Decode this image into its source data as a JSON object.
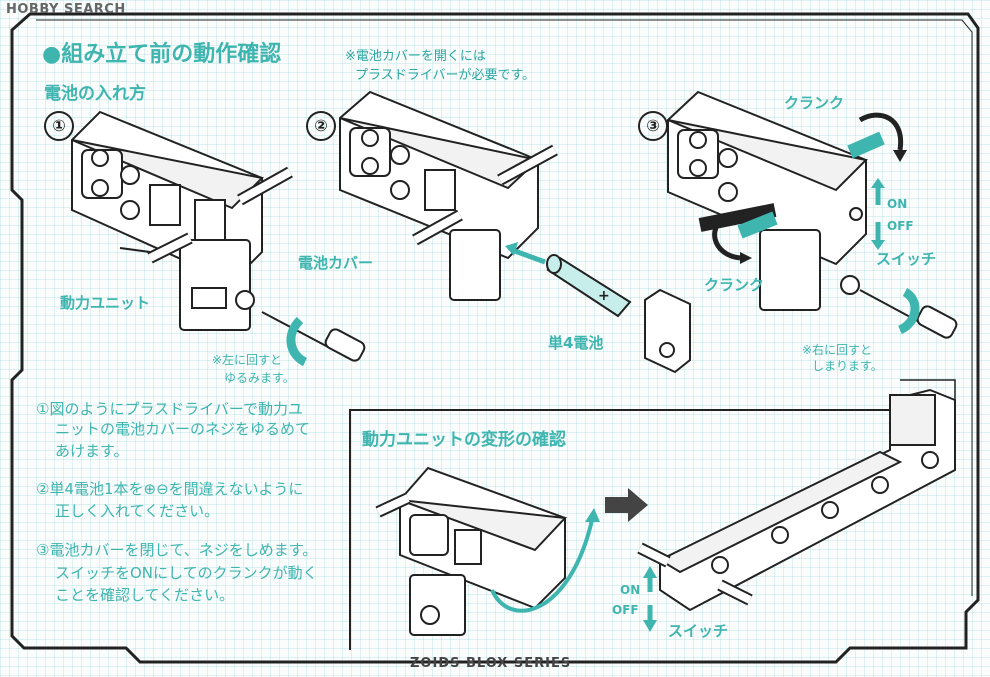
{
  "watermark": "HOBBY SEARCH",
  "heading": "●組み立て前の動作確認",
  "note": {
    "line1": "※電池カバーを開くには",
    "line2": "プラスドライバーが必要です。"
  },
  "battery_section_title": "電池の入れ方",
  "steps": {
    "one": "①",
    "two": "②",
    "three": "③"
  },
  "labels": {
    "battery_cover": "電池カバー",
    "power_unit": "動力ユニット",
    "loosen_line1": "※左に回すと",
    "loosen_line2": "ゆるみます。",
    "aaa_battery": "単4電池",
    "crank_top": "クランク",
    "crank_bottom": "クランク",
    "on": "ON",
    "off": "OFF",
    "switch": "スイッチ",
    "tighten_line1": "※右に回すと",
    "tighten_line2": "しまります。"
  },
  "instructions": {
    "l1": "①図のようにプラスドライバーで動力ユ",
    "l2": "ニットの電池カバーのネジをゆるめて",
    "l3": "あけます。",
    "l4": "②単4電池1本を⊕⊖を間違えないように",
    "l5": "正しく入れてください。",
    "l6": "③電池カバーを閉じて、ネジをしめます。",
    "l7": "スイッチをONにしてのクランクが動く",
    "l8": "ことを確認してください。"
  },
  "transform_section": {
    "title": "動力ユニットの変形の確認",
    "on": "ON",
    "off": "OFF",
    "switch": "スイッチ"
  },
  "footer": "ZOIDS BLOX SERIES",
  "colors": {
    "accent": "#3fb5b0",
    "line": "#222222",
    "grid": "#bfe4e6"
  }
}
